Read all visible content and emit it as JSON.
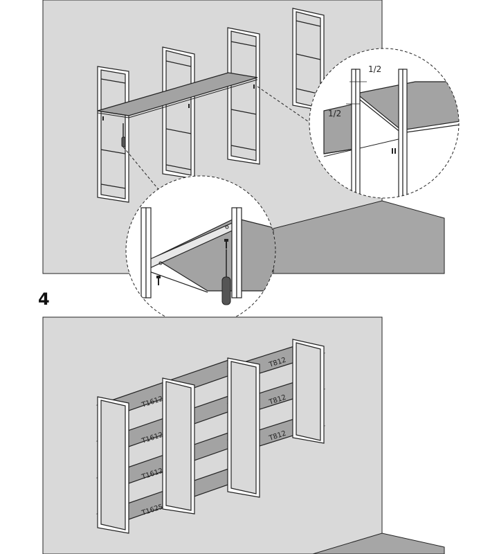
{
  "step": {
    "number": "4"
  },
  "callouts": {
    "gap_top": "1/2",
    "gap_left": "1/2"
  },
  "shelf_labels": {
    "left_top": "T1612",
    "left_second": "T1612",
    "left_third": "T1612",
    "left_bottom": "T1625",
    "right_top": "T812",
    "right_second": "T812",
    "right_third": "T812"
  },
  "colors": {
    "wall": "#d9d9d9",
    "floor": "#a6a6a6",
    "shelf": "#a3a3a3",
    "frame": "#ffffff",
    "line": "#222222"
  }
}
